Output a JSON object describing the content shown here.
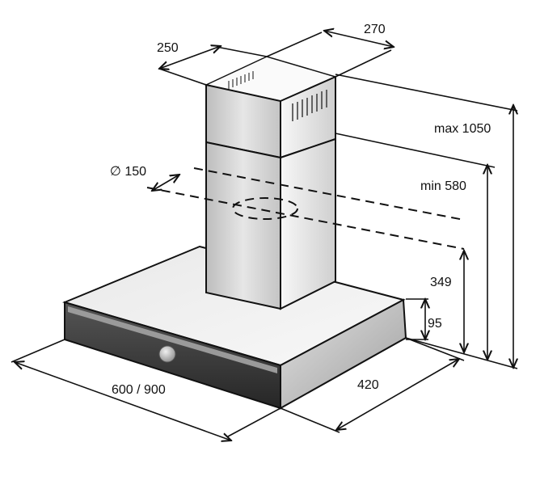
{
  "labels": {
    "chimney_depth": "250",
    "chimney_width": "270",
    "duct_diameter": "∅ 150",
    "max_height": "max 1050",
    "min_height": "min 580",
    "outlet_height": "349",
    "hood_height": "95",
    "hood_width": "600 / 900",
    "hood_depth": "420"
  },
  "colors": {
    "line": "#111111",
    "steel_light": "#f2f2f2",
    "steel_mid": "#d8d8d8",
    "steel_dark": "#b8b8b8",
    "panel_dark": "#3a3a3a",
    "knob": "#c9c9c9"
  }
}
